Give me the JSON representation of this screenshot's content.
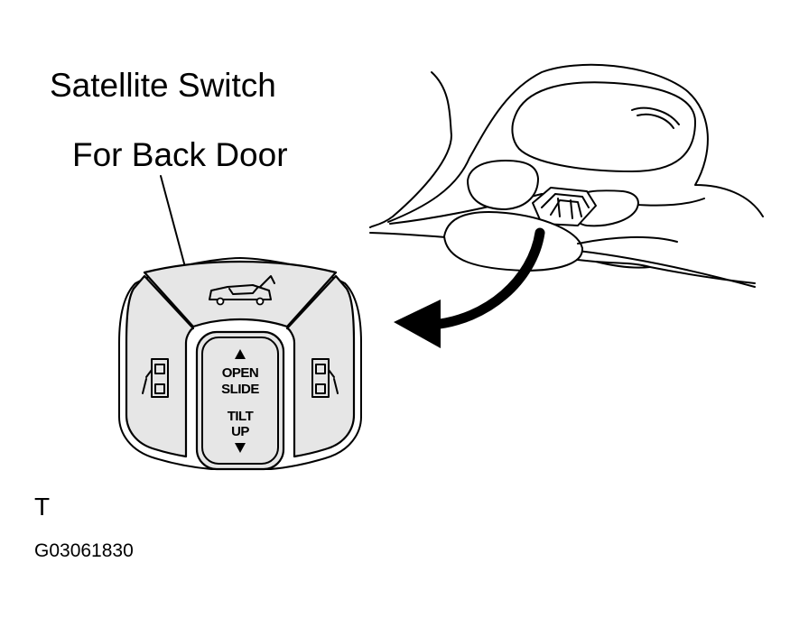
{
  "labels": {
    "title_line1": "Satellite Switch",
    "title_line2": "For Back Door",
    "letter": "T",
    "figure_code": "G03061830"
  },
  "switch": {
    "center_button": {
      "line1": "OPEN",
      "line2": "SLIDE",
      "line3": "TILT",
      "line4": "UP"
    },
    "icons": {
      "top": "back-door-vehicle-icon",
      "left": "left-sliding-door-icon",
      "right": "right-sliding-door-icon",
      "up": "triangle-up-icon",
      "down": "triangle-down-icon"
    }
  }
}
